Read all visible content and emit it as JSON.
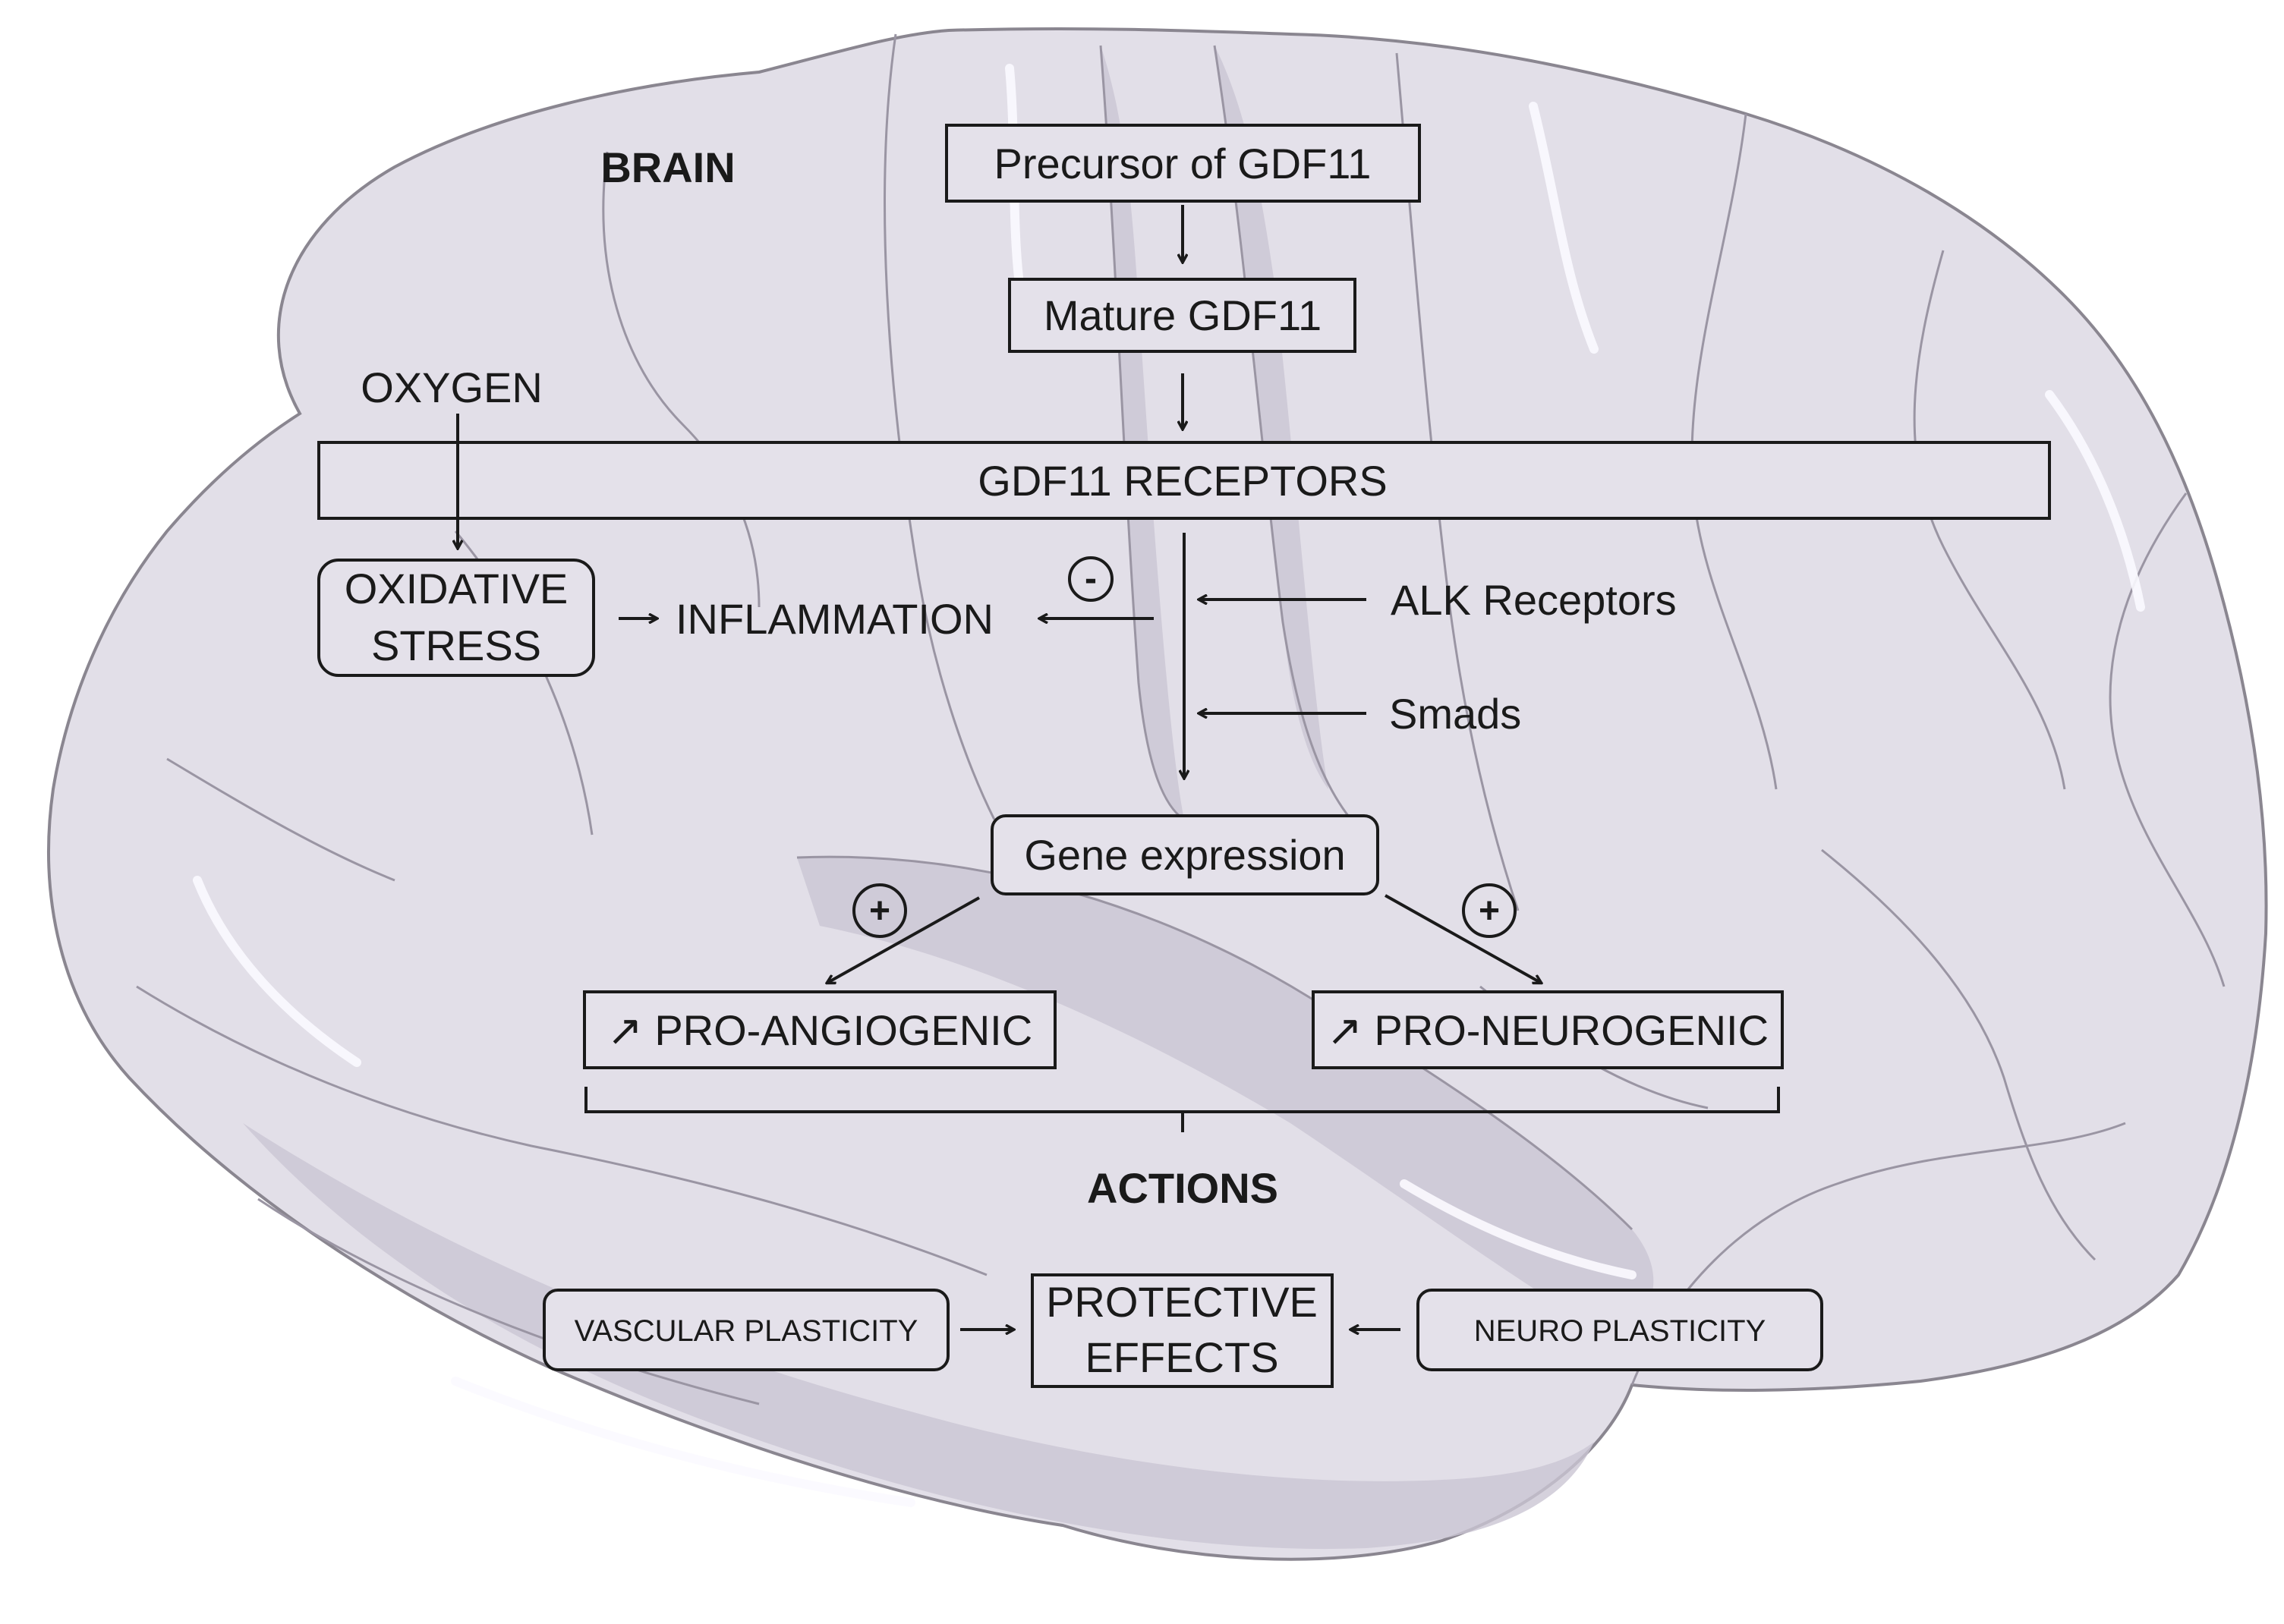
{
  "labels": {
    "brain": "BRAIN",
    "oxygen": "OXYGEN",
    "actions": "ACTIONS"
  },
  "nodes": {
    "precursor": "Precursor of GDF11",
    "mature": "Mature GDF11",
    "receptors": "GDF11 RECEPTORS",
    "oxidative_stress_line1": "OXIDATIVE",
    "oxidative_stress_line2": "STRESS",
    "inflammation": "INFLAMMATION",
    "alk_receptors": "ALK Receptors",
    "smads": "Smads",
    "gene_expression": "Gene expression",
    "pro_angiogenic": "↗ PRO-ANGIOGENIC",
    "pro_neurogenic": "↗ PRO-NEUROGENIC",
    "protective_line1": "PROTECTIVE",
    "protective_line2": "EFFECTS",
    "vascular_plasticity": "VASCULAR PLASTICITY",
    "neuro_plasticity": "NEURO PLASTICITY"
  },
  "signs": {
    "inhibit": "-",
    "promote_left": "+",
    "promote_right": "+"
  },
  "colors": {
    "brain_fill": "#e2dfe8",
    "ink": "#1a1a1a"
  }
}
